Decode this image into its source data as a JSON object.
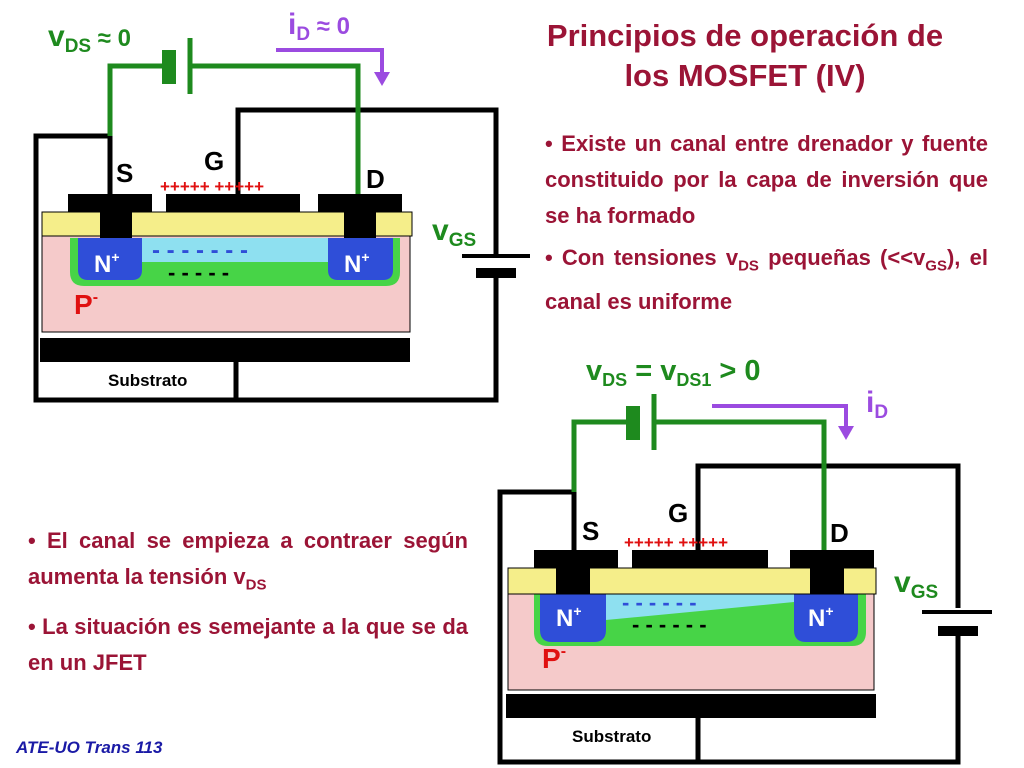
{
  "title": {
    "line1": "Principios de operación de",
    "line2": "los MOSFET (IV)"
  },
  "bullets_right": [
    {
      "text": "• Existe un canal entre drenador y fuente constituido por la capa de inversión que se ha formado"
    },
    {
      "pre": "• Con tensiones v",
      "sub": "DS",
      "mid": " pequeñas (<<v",
      "sub2": "GS",
      "post": "), el canal es uniforme"
    }
  ],
  "bullets_left": [
    {
      "pre": "• El canal se empieza a contraer según aumenta la tensión v",
      "sub": "DS"
    },
    {
      "text": "• La situación es semejante a la que se da en un JFET"
    }
  ],
  "diagram_top": {
    "vds_main": "v",
    "vds_sub": "DS",
    "vds_post": " ≈ 0",
    "id_main": "i",
    "id_sub": "D",
    "id_post": " ≈ 0",
    "vgs_main": "v",
    "vgs_sub": "GS",
    "s": "S",
    "g": "G",
    "d": "D",
    "gate_charges": "+++++ +++++",
    "channel_neg_top": "- - - - - - -",
    "channel_neg_bottom": "- - - - -",
    "n_left": "N",
    "n_right": "N",
    "n_sup": "+",
    "p_main": "P",
    "p_sup": "-",
    "substrate": "Substrato"
  },
  "diagram_bottom": {
    "vds_main": "v",
    "vds_sub": "DS",
    "vds_mid": " = v",
    "vds_sub2": "DS1",
    "vds_post": " > 0",
    "id_main": "i",
    "id_sub": "D",
    "vgs_main": "v",
    "vgs_sub": "GS",
    "s": "S",
    "g": "G",
    "d": "D",
    "gate_charges": "+++++ +++++",
    "channel_neg_top": "- - - - - -",
    "channel_neg_bottom": "- - - - - -",
    "n_left": "N",
    "n_right": "N",
    "n_sup": "+",
    "p_main": "P",
    "p_sup": "-",
    "substrate": "Substrato"
  },
  "footer": "ATE-UO Trans 113",
  "colors": {
    "title": "#9b1436",
    "wire_green": "#1e8a1e",
    "wire_purple": "#9b4be0",
    "substrate_pink": "#f5caca",
    "oxide_yellow": "#f5ee8a",
    "n_region_blue": "#2f4ed8",
    "inversion_green": "#47d447",
    "channel_cyan": "#8ee0f0",
    "label_blue": "#1a1aa6"
  }
}
